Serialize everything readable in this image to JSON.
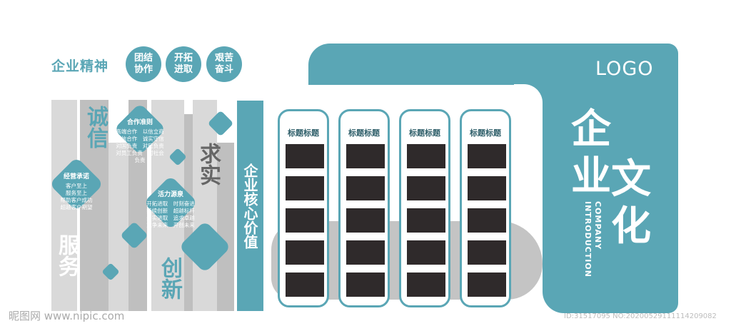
{
  "header": {
    "title": "企业精神",
    "spirits": [
      "团结协作",
      "开拓进取",
      "艰苦奋斗"
    ]
  },
  "left": {
    "chars": {
      "integrity": "诚信",
      "pragmatic": "求实",
      "service": "服务",
      "innovation": "创新"
    },
    "diamonds": {
      "cooperation": {
        "title": "合作准则",
        "lines": [
          "高端合作　以信立商",
          "诚信合作　诚实守信",
          "对国负责　对民负责",
          "对员工负责　对社会负责"
        ]
      },
      "promise": {
        "title": "经营承诺",
        "lines": [
          "客户至上",
          "服务至上",
          "帮助客户成功",
          "超越客户期望"
        ]
      },
      "vitality": {
        "title": "活力源泉",
        "lines": [
          "开拓进取　时刻奋进",
          "持续创新　超越标杆",
          "务实进取　追求卓越",
          "竞争未来　开创未来"
        ]
      }
    }
  },
  "core_values": "企业核心价值",
  "cards": [
    {
      "title": "标题标题"
    },
    {
      "title": "标题标题"
    },
    {
      "title": "标题标题"
    },
    {
      "title": "标题标题"
    }
  ],
  "panel": {
    "logo": "LOGO",
    "culture": [
      "企",
      "业",
      "文",
      "化"
    ],
    "english": [
      "COMPANY",
      "INTRODUCTION"
    ]
  },
  "watermark": {
    "site": "昵图网 www.nipic.com",
    "id": "ID:31517095 NO:20200529111114209082"
  },
  "colors": {
    "accent": "#5aa6b5",
    "light_gray": "#d9d9d9",
    "mid_gray": "#bfbfbf",
    "dark_image": "#2f2a2b"
  }
}
